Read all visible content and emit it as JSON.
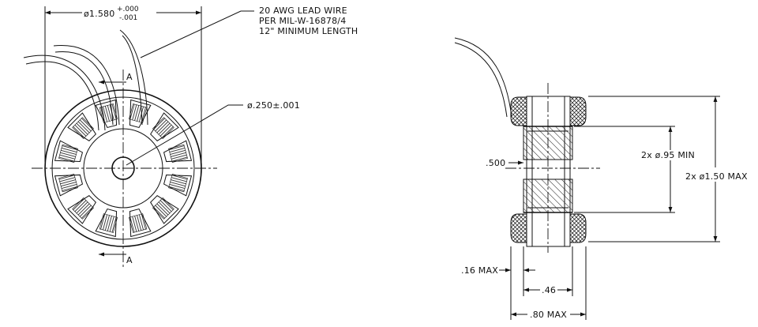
{
  "front_view": {
    "outer_diameter": {
      "main": "ø1.580",
      "tol_plus": "+.000",
      "tol_minus": "-.001"
    },
    "lead_wire_note": [
      "20 AWG LEAD WIRE",
      "PER MIL-W-16878/4",
      "12\" MINIMUM LENGTH"
    ],
    "bore_diameter": "ø.250±.001",
    "section_label_top": "A",
    "section_label_bottom": "A",
    "slot_count": 12,
    "lead_count": 3
  },
  "side_view": {
    "center_width": ".500",
    "inner_diameter": "2x  ø.95  MIN",
    "outer_diameter": "2x  ø1.50  MAX",
    "small_width": ".16  MAX",
    "core_width": ".46",
    "overall_width": ".80  MAX"
  },
  "colors": {
    "line": "#111111",
    "background": "#ffffff"
  }
}
